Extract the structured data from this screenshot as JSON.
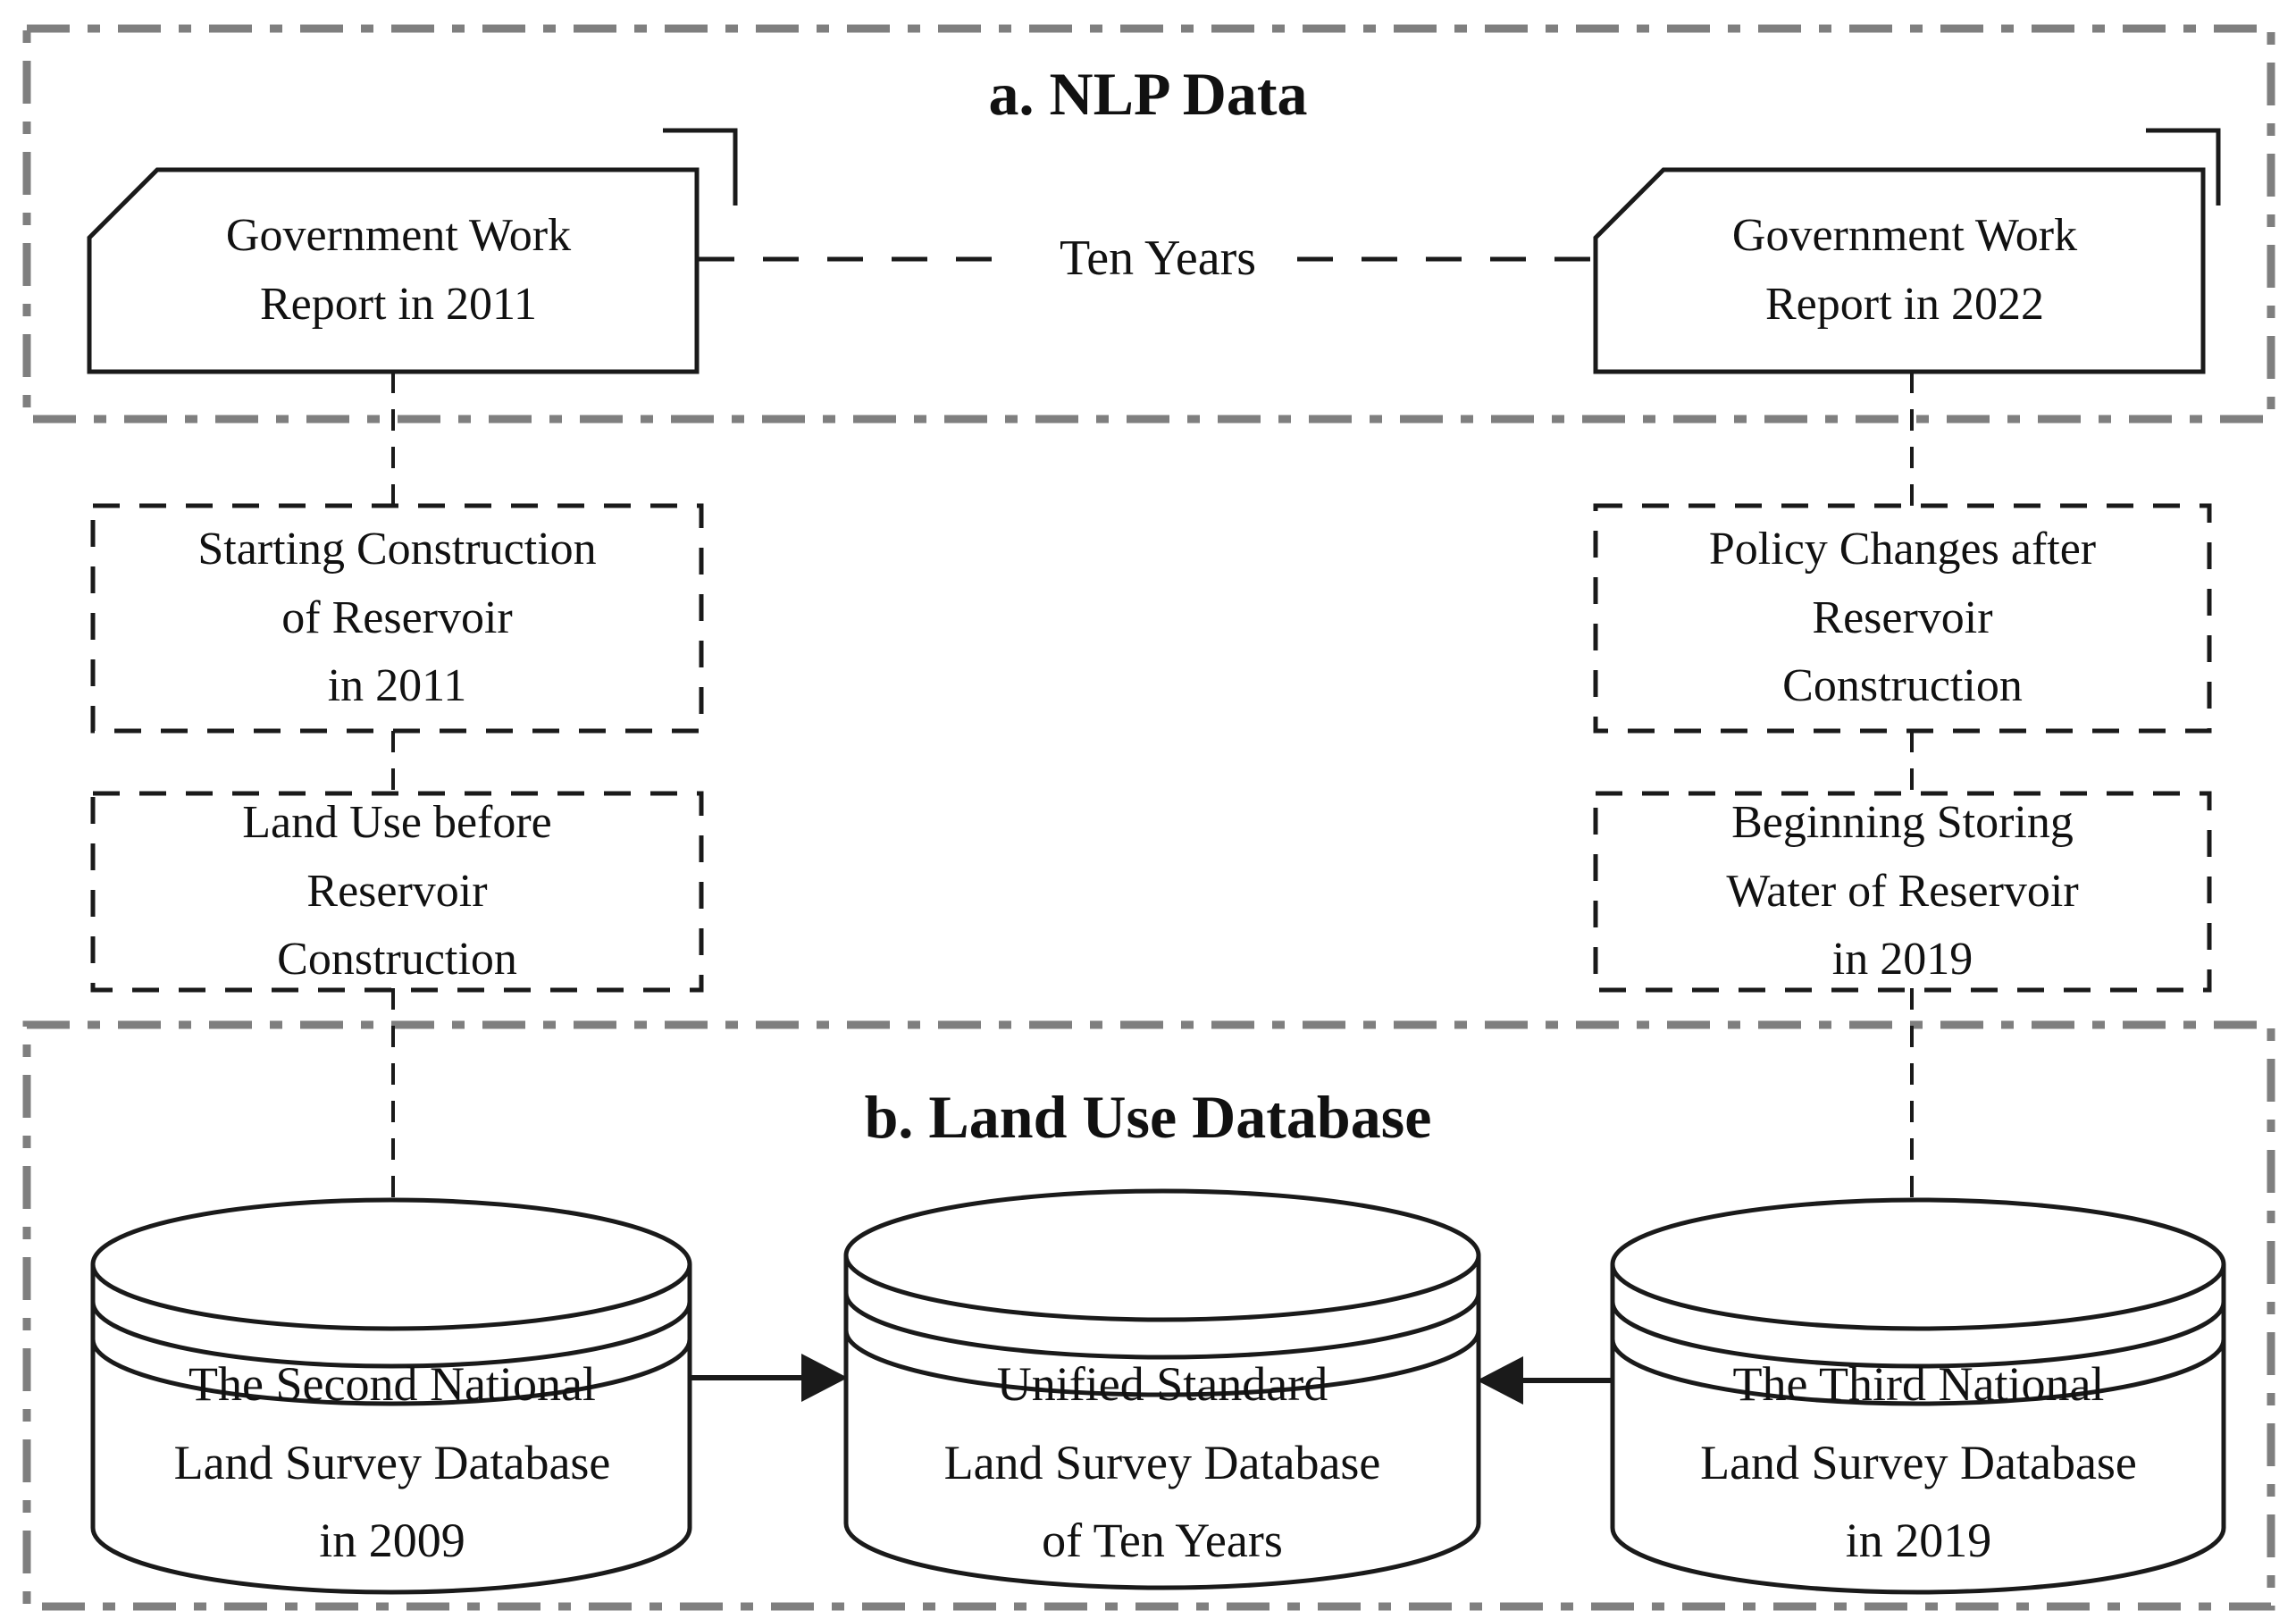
{
  "section_a": {
    "title": "a. NLP Data",
    "report_2011": "Government Work\nReport in 2011",
    "report_2022": "Government Work\nReport in 2022",
    "ten_years_label": "Ten Years"
  },
  "annotations": {
    "left_top": "Starting Construction\nof Reservoir\nin 2011",
    "left_bottom": "Land Use before\nReservoir\nConstruction",
    "right_top": "Policy Changes after\nReservoir\nConstruction",
    "right_bottom": "Beginning Storing\nWater of Reservoir\nin 2019"
  },
  "section_b": {
    "title": "b. Land Use Database",
    "db_left": "The Second National\nLand Survey Database\nin 2009",
    "db_middle": "Unified Standard\nLand Survey Database\nof Ten Years",
    "db_right": "The Third National\nLand Survey Database\nin 2019"
  },
  "colors": {
    "line": "#1a1a1a",
    "frame": "#7f7f7f",
    "background": "#ffffff"
  }
}
